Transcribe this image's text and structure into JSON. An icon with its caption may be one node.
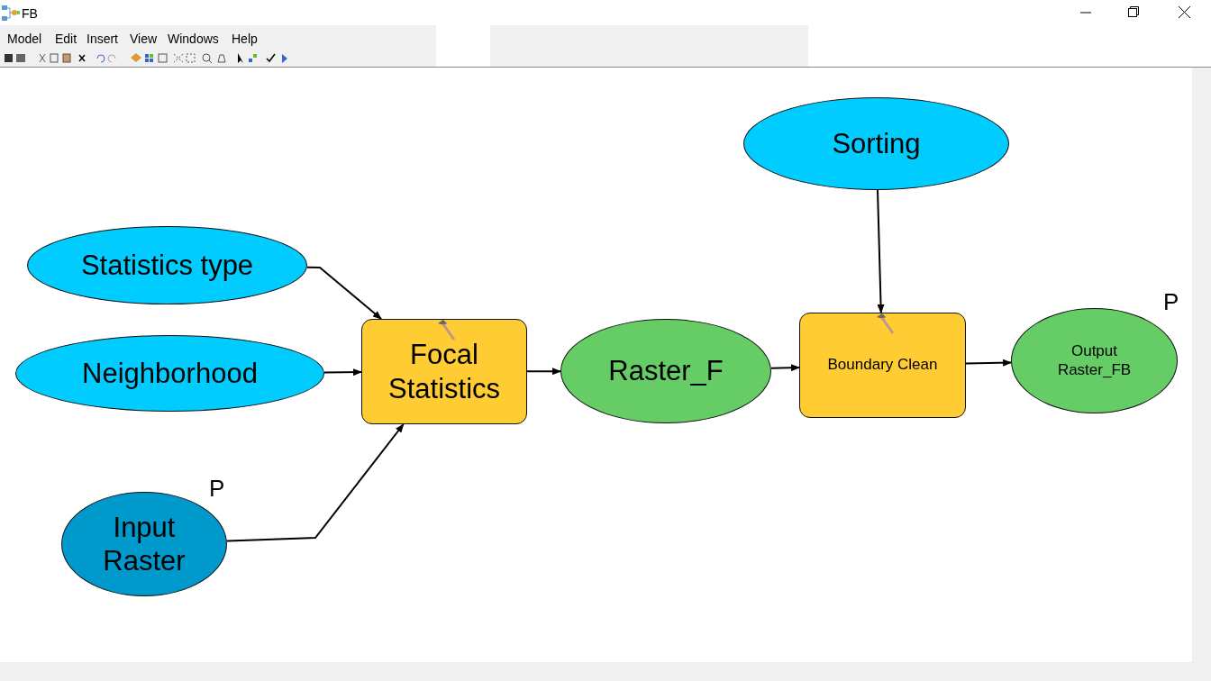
{
  "diagram": {
    "title": "FB",
    "nodes": [
      {
        "text": [
          "Statistics type"
        ]
      },
      {
        "text": [
          "Neighborhood"
        ]
      },
      {
        "text": [
          "Input Raster"
        ],
        "beside": [
          "P"
        ]
      },
      {
        "text": [
          "Focal Statistics"
        ]
      },
      {
        "text": [
          "Raster_F"
        ]
      },
      {
        "text": [
          "Sorting"
        ]
      },
      {
        "text": [
          "Boundary Clean"
        ]
      },
      {
        "text": [
          "Output Raster_FB"
        ],
        "beside": [
          "P"
        ]
      }
    ],
    "edges": [
      {
        "from": 0,
        "to": 3,
        "arrow": "to"
      },
      {
        "from": 1,
        "to": 3,
        "arrow": "to"
      },
      {
        "from": 2,
        "to": 3,
        "arrow": "to"
      },
      {
        "from": 3,
        "to": 4,
        "arrow": "to"
      },
      {
        "from": 4,
        "to": 6,
        "arrow": "to"
      },
      {
        "from": 5,
        "to": 6,
        "arrow": "to"
      },
      {
        "from": 6,
        "to": 7,
        "arrow": "to"
      }
    ],
    "labels": [
      "Model",
      "Edit",
      "Insert",
      "View",
      "Windows",
      "Help"
    ]
  }
}
